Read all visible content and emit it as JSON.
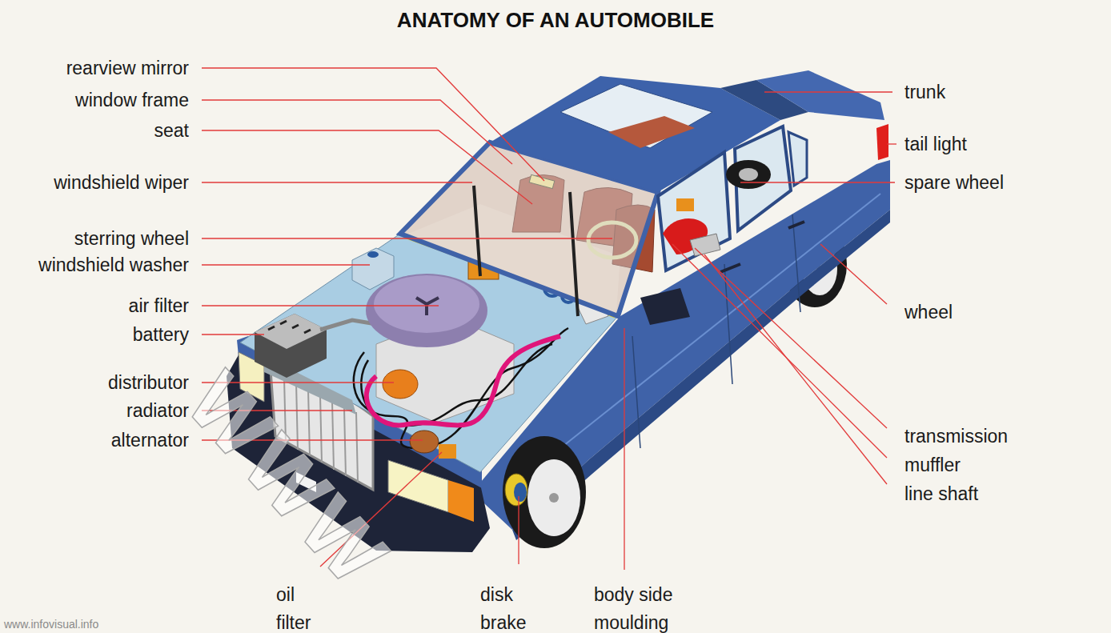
{
  "diagram": {
    "title": "ANATOMY OF AN AUTOMOBILE",
    "labels": [
      "rearview mirror",
      "window frame",
      "seat",
      "windshield wiper",
      "sterring wheel",
      "windshield washer",
      "air filter",
      "battery",
      "distributor",
      "radiator",
      "alternator",
      "trunk",
      "tail light",
      "spare wheel",
      "wheel",
      "transmission",
      "muffler",
      "line shaft",
      "oil filter",
      "disk brake",
      "body side moulding",
      "WWW",
      "www.infovisual.info"
    ]
  }
}
